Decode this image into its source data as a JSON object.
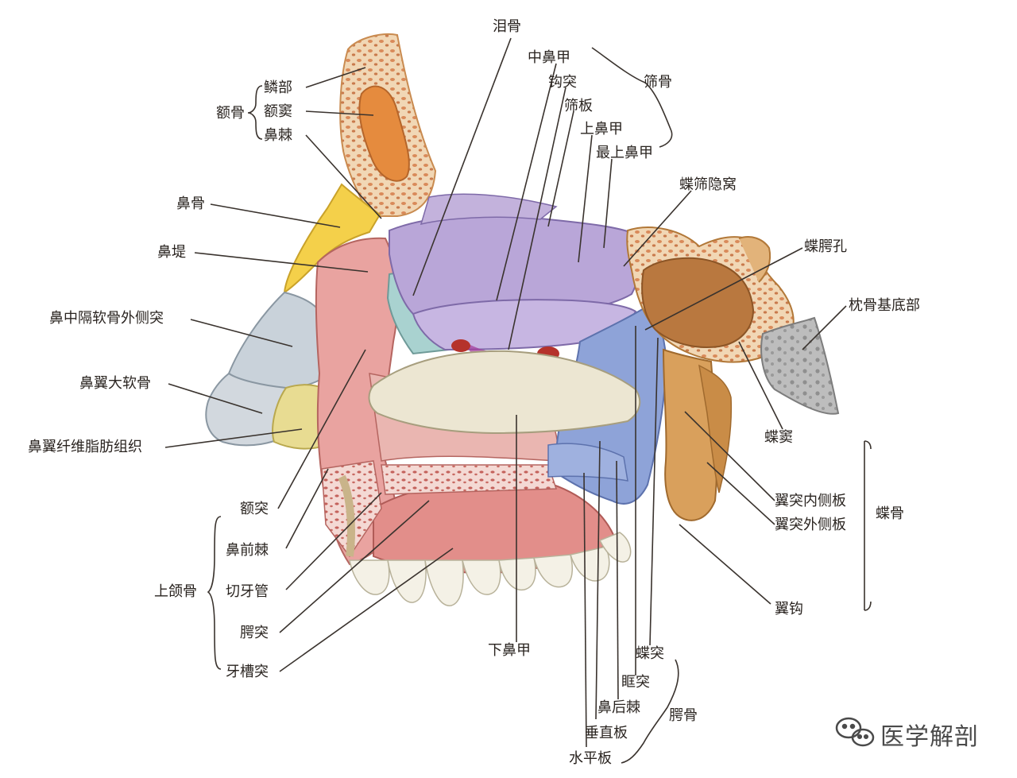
{
  "labels": {
    "lei_gu": "泪骨",
    "zhong_bi_jia": "中鼻甲",
    "gou_tu": "钩突",
    "shai_gu": "筛骨",
    "shai_ban": "筛板",
    "shang_bi_jia": "上鼻甲",
    "zui_shang_bi_jia": "最上鼻甲",
    "die_shai_yin_wo": "蝶筛隐窝",
    "lin_bu": "鳞部",
    "e_dou": "额窦",
    "bi_ji": "鼻棘",
    "e_gu": "额骨",
    "bi_gu": "鼻骨",
    "bi_di": "鼻堤",
    "die_e_kong": "蝶腭孔",
    "zhen_gu_ji_di_bu": "枕骨基底部",
    "bi_zhong_ge_ruan_gu": "鼻中隔软骨外侧突",
    "bi_yi_da_ruan_gu": "鼻翼大软骨",
    "bi_yi_xian_wei": "鼻翼纤维脂肪组织",
    "die_dou": "蝶窦",
    "yi_tu_nei_ce_ban": "翼突内侧板",
    "yi_tu_wai_ce_ban": "翼突外侧板",
    "die_gu": "蝶骨",
    "e_tu": "额突",
    "bi_qian_ji": "鼻前棘",
    "shang_he_gu": "上颌骨",
    "qie_ya_guan": "切牙管",
    "e_tu2": "腭突",
    "ya_cao_tu": "牙槽突",
    "xia_bi_jia": "下鼻甲",
    "yi_gou": "翼钩",
    "die_tu": "蝶突",
    "kuang_tu": "眶突",
    "bi_hou_ji": "鼻后棘",
    "e_gu2": "腭骨",
    "chui_zhi_ban": "垂直板",
    "shui_ping_ban": "水平板"
  },
  "watermark": {
    "text": "医学解剖",
    "icon": "wechat-icon"
  },
  "colors": {
    "frontal_bone": "#f2b86a",
    "nasal_bone": "#f4d04a",
    "maxilla": "#e9a3a0",
    "ethmoid": "#b9a6d8",
    "lacrimal": "#a9d2d0",
    "palatine": "#8ea3d8",
    "sphenoid": "#d9a05c",
    "occipital": "#b9b9b9",
    "cartilage": "#c9d2da",
    "inferior_concha": "#ece6d2",
    "fibrofatty": "#e8dc92"
  }
}
